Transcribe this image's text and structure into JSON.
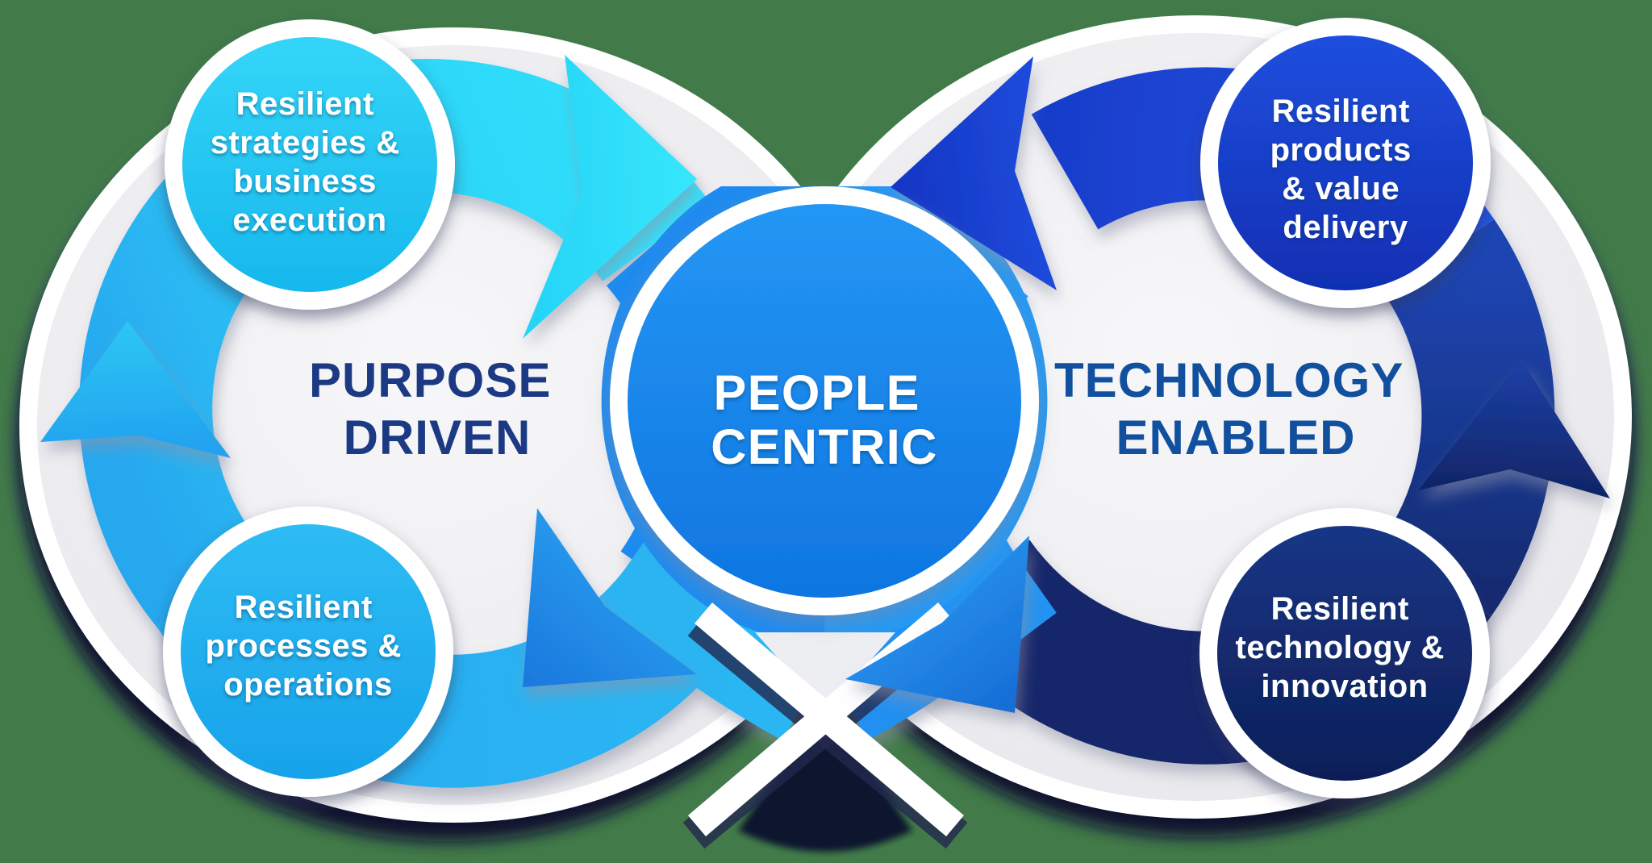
{
  "diagram": {
    "center_circle": {
      "line1": "PEOPLE",
      "line2": "CENTRIC"
    },
    "left_cycle": {
      "title_line1": "PURPOSE",
      "title_line2": "DRIVEN"
    },
    "right_cycle": {
      "title_line1": "TECHNOLOGY",
      "title_line2": "ENABLED"
    },
    "satellites": {
      "top_left": {
        "lines": [
          "Resilient",
          "strategies &",
          "business",
          "execution"
        ]
      },
      "bottom_left": {
        "lines": [
          "Resilient",
          "processes &",
          "operations"
        ]
      },
      "top_right": {
        "lines": [
          "Resilient",
          "products",
          "& value",
          "delivery"
        ]
      },
      "bottom_right": {
        "lines": [
          "Resilient",
          "technology &",
          "innovation"
        ]
      }
    },
    "colors": {
      "background_green": "#427B49",
      "plate_gray": "#EFEFF2",
      "center_blue": "#1587EC",
      "cyan": "#2BD2F7",
      "light_blue": "#2AAFF2",
      "royal_blue": "#1C49D8",
      "navy": "#13276B",
      "shadow_navy": "#0B1129",
      "title_left_color": "#1C3A84",
      "title_right_color": "#11509E",
      "text_white": "#FFFFFF"
    }
  }
}
